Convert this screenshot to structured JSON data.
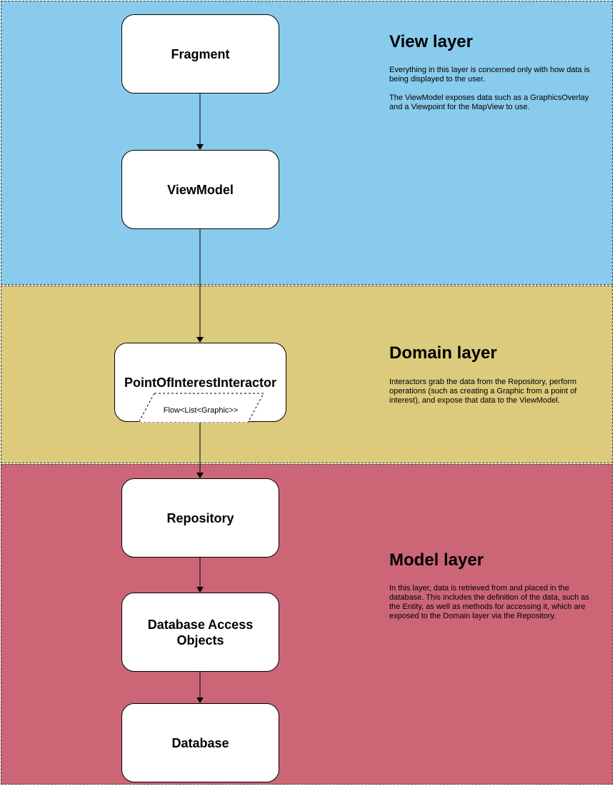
{
  "colors": {
    "view_layer": "#89cbec",
    "domain_layer": "#dccb7c",
    "model_layer": "#cc6676",
    "box_fill": "#ffffff",
    "stroke": "#000000"
  },
  "layers": {
    "view": {
      "title": "View layer",
      "desc1": "Everything in this layer is concerned only with how data is being displayed to the user.",
      "desc2": "The ViewModel exposes data such as a GraphicsOverlay and a Viewpoint for the MapView to use."
    },
    "domain": {
      "title": "Domain layer",
      "desc1": "Interactors grab the data from the Repository, perform operations (such as creating a Graphic from a point of interest), and expose that data to the ViewModel."
    },
    "model": {
      "title": "Model layer",
      "desc1": "In this layer, data is retrieved from and placed in the database. This includes the definition of the data, such as the Entity, as well as methods for accessing it, which are exposed to the Domain layer via the Repository."
    }
  },
  "nodes": {
    "fragment": "Fragment",
    "viewmodel": "ViewModel",
    "interactor": "PointOfInterestInteractor",
    "flow": "Flow<List<Graphic>>",
    "repository": "Repository",
    "dao_line1": "Database Access",
    "dao_line2": "Objects",
    "database": "Database"
  }
}
